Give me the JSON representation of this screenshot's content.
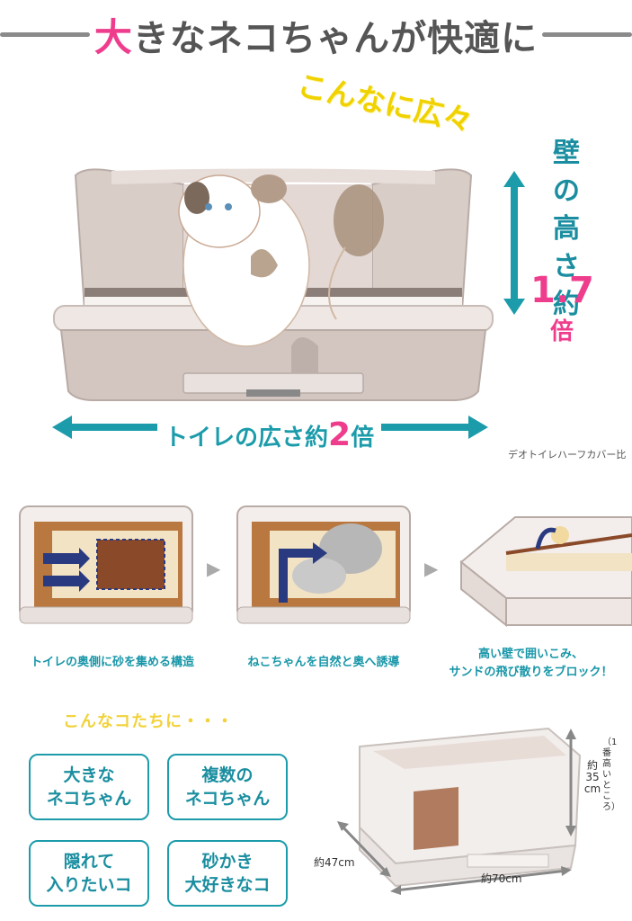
{
  "header": {
    "title_first": "大",
    "title_rest": "きなネコちゃんが快適に"
  },
  "hero": {
    "spacious": "こんなに広々",
    "wall_text_line1": "壁",
    "wall_text_line2": "の",
    "wall_text_line3": "高",
    "wall_text_line4": "さ",
    "wall_text_line5": "約",
    "wall_ratio": "1.7",
    "wall_unit": "倍",
    "width_text": "トイレの広さ約",
    "width_ratio": "2",
    "width_unit": "倍",
    "compare_note": "デオトイレハーフカバー比"
  },
  "steps": [
    {
      "caption_line1": "トイレの奥側に砂を集める構造",
      "caption_line2": ""
    },
    {
      "caption_line1": "ねこちゃんを自然と奥へ誘導",
      "caption_line2": ""
    },
    {
      "caption_line1": "高い壁で囲いこみ、",
      "caption_line2": "サンドの飛び散りをブロック！"
    }
  ],
  "kinds": {
    "heading": "こんなコたちに・・・",
    "items": [
      {
        "line1": "大きな",
        "line2": "ネコちゃん"
      },
      {
        "line1": "複数の",
        "line2": "ネコちゃん"
      },
      {
        "line1": "隠れて",
        "line2": "入りたいコ"
      },
      {
        "line1": "砂かき",
        "line2": "大好きなコ"
      }
    ]
  },
  "dimensions": {
    "height_value": "約",
    "height_num": "35",
    "height_unit": "cm",
    "height_note": "（1番高いところ）",
    "depth": "約47cm",
    "width": "約70cm"
  },
  "colors": {
    "accent_pink": "#ef3d8d",
    "accent_teal": "#1c9cab",
    "accent_yellow": "#f1d23a"
  }
}
